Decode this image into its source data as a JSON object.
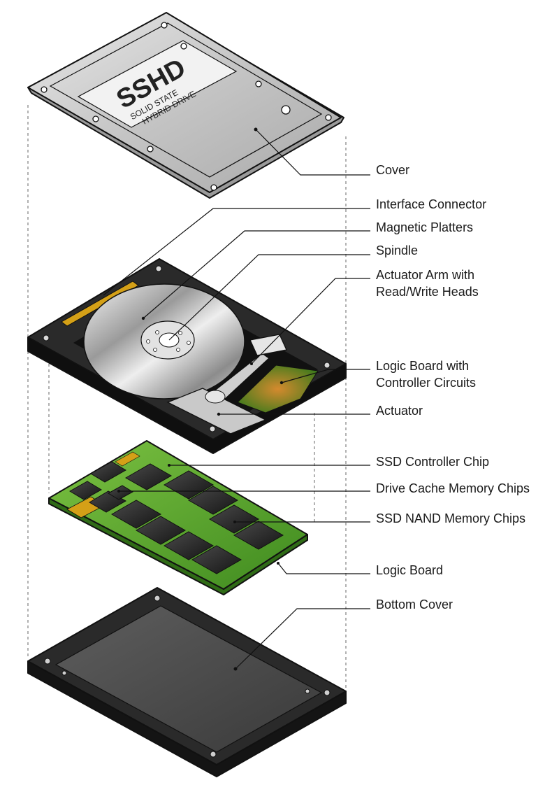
{
  "cover_label": {
    "brand": "SSHD",
    "line1": "SOLID STATE",
    "line2": "HYBRID DRIVE"
  },
  "labels": {
    "cover": "Cover",
    "interface_connector": "Interface Connector",
    "magnetic_platters": "Magnetic Platters",
    "spindle": "Spindle",
    "actuator_arm_line1": "Actuator Arm with",
    "actuator_arm_line2": "Read/Write Heads",
    "logic_board_hdd_line1": "Logic Board with",
    "logic_board_hdd_line2": "Controller Circuits",
    "actuator": "Actuator",
    "ssd_controller_chip": "SSD Controller Chip",
    "drive_cache_memory_chips": "Drive Cache Memory Chips",
    "ssd_nand_memory_chips": "SSD NAND Memory Chips",
    "logic_board": "Logic Board",
    "bottom_cover": "Bottom Cover"
  },
  "colors": {
    "cover_metal": "#c9c9c9",
    "chassis_black": "#1c1c1c",
    "platter_silver": "#d8d8d8",
    "pcb_green": "#5aa02c",
    "chip_black": "#2a2a2a",
    "connector_gold": "#d4a017",
    "bottom_gray": "#4a4a4a"
  }
}
